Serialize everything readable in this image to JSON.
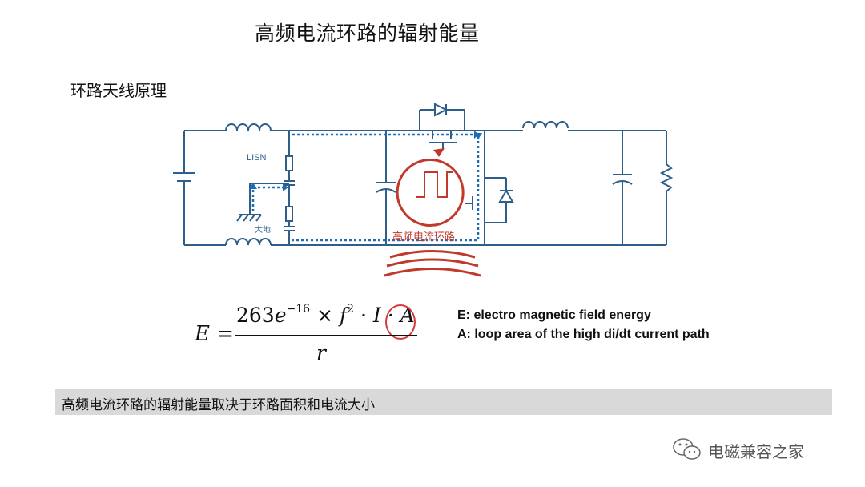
{
  "title": "高频电流环路的辐射能量",
  "subtitle": "环路天线原理",
  "diagram": {
    "lisn_label": "LISN",
    "ground_label": "大地",
    "loop_label": "高频电流环路"
  },
  "formula": {
    "lhs": "E =",
    "numerator_coeff": "263",
    "numerator_e": "e",
    "numerator_exp": "−16",
    "numerator_times": " × ",
    "numerator_f": "f",
    "numerator_f_exp": "2",
    "numerator_rest": " · I · ",
    "numerator_a": "A",
    "denominator": "r"
  },
  "legend": {
    "line1": "E: electro magnetic field energy",
    "line2": "A: loop area of the high di/dt current path"
  },
  "banner": "高频电流环路的辐射能量取决于环路面积和电流大小",
  "watermark": "电磁兼容之家",
  "colors": {
    "circuit": "#2e5f8a",
    "dotted": "#1c6fb5",
    "accent": "#c0392b"
  }
}
